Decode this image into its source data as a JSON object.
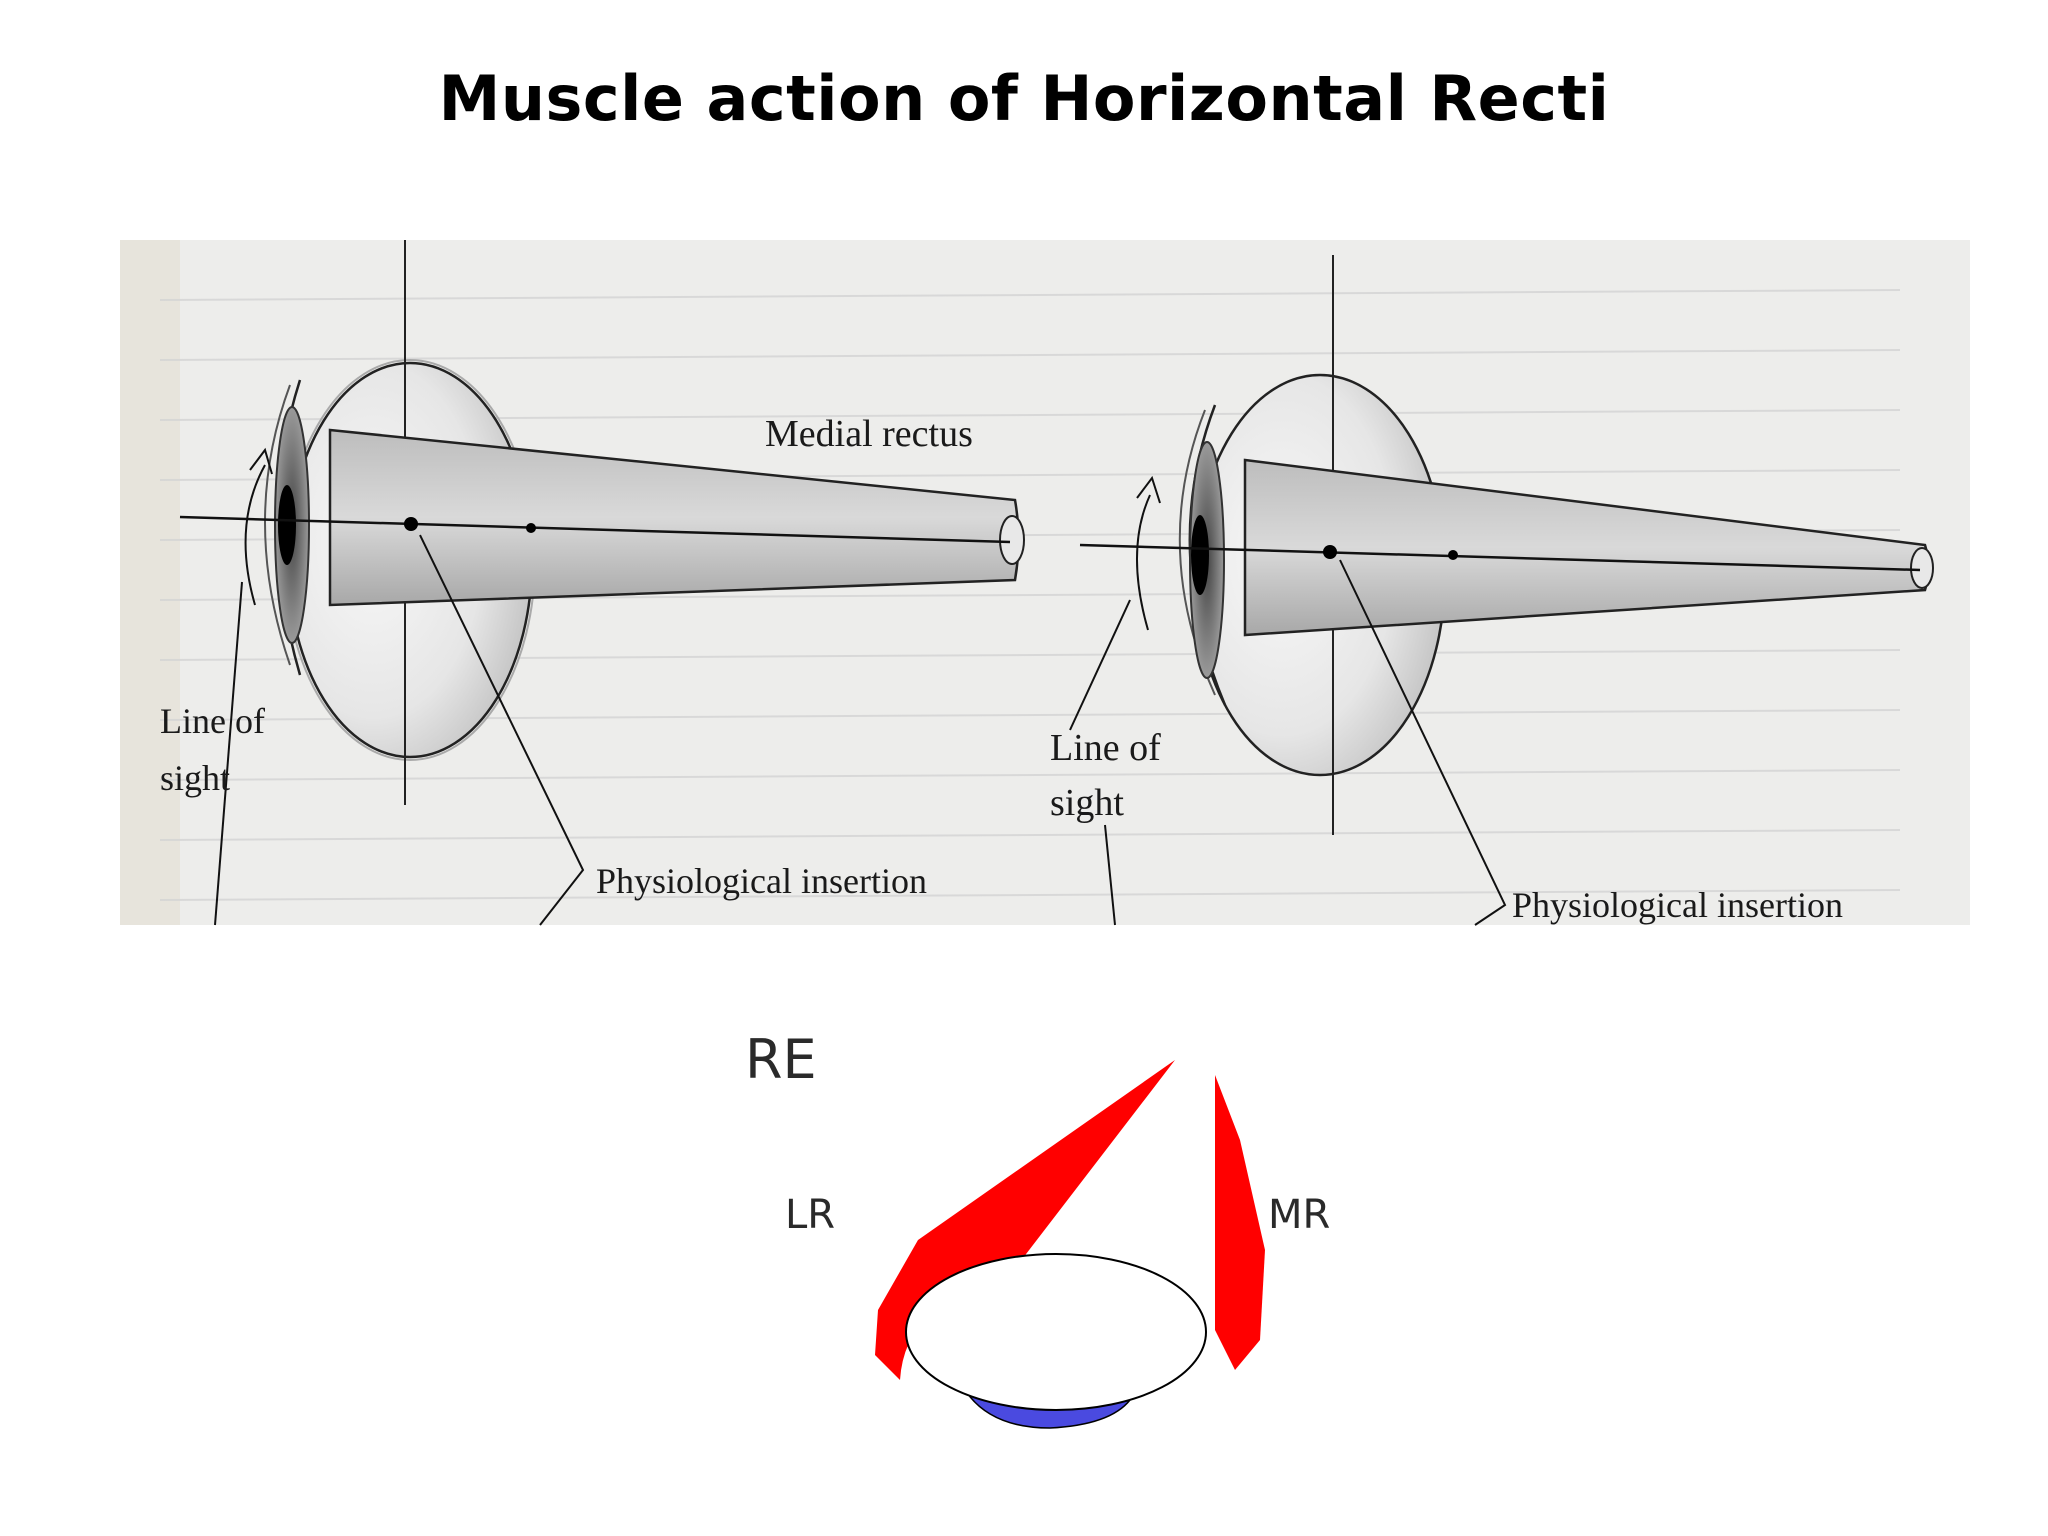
{
  "slide": {
    "title": "Muscle action of Horizontal Recti"
  },
  "anatomy_figure": {
    "left_eye": {
      "muscle_label": "Medial rectus",
      "line_of_sight_label": [
        "Line of",
        "sight"
      ],
      "insertion_label": "Physiological insertion"
    },
    "right_eye": {
      "line_of_sight_label": [
        "Line of",
        "sight"
      ],
      "insertion_label": "Physiological insertion"
    }
  },
  "schematic": {
    "eye_label": "RE",
    "lateral_label": "LR",
    "medial_label": "MR",
    "colors": {
      "muscle": "#ff0000",
      "globe_edge": "#4a4ae0",
      "outline": "#000000"
    }
  }
}
